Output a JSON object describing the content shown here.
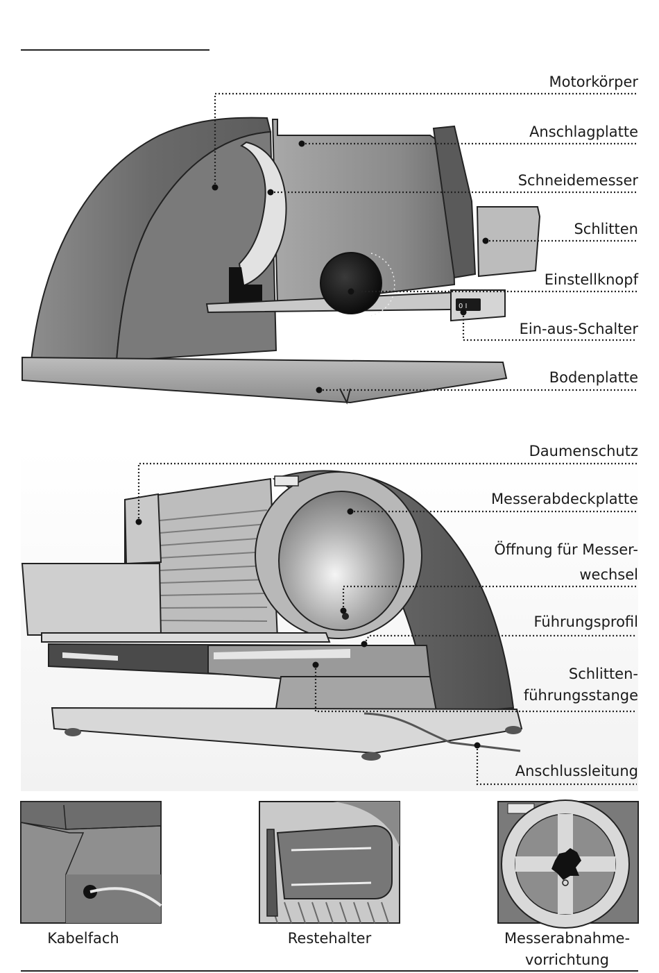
{
  "top_figure": {
    "labels": [
      {
        "id": "motorkoerper",
        "text": "Motorkörper"
      },
      {
        "id": "anschlagplatte",
        "text": "Anschlagplatte"
      },
      {
        "id": "schneidemesser",
        "text": "Schneidemesser"
      },
      {
        "id": "schlitten",
        "text": "Schlitten"
      },
      {
        "id": "einstellknopf",
        "text": "Einstellknopf"
      },
      {
        "id": "ein-aus-schalter",
        "text": "Ein-aus-Schalter"
      },
      {
        "id": "bodenplatte",
        "text": "Bodenplatte"
      }
    ]
  },
  "bottom_figure": {
    "labels": [
      {
        "id": "daumenschutz",
        "text": "Daumenschutz"
      },
      {
        "id": "messerabdeckplatte",
        "text": "Messerabdeckplatte"
      },
      {
        "id": "oeffnung-1",
        "text": "Öffnung für Messer-"
      },
      {
        "id": "oeffnung-2",
        "text": "wechsel"
      },
      {
        "id": "fuehrungsprofil",
        "text": "Führungsprofil"
      },
      {
        "id": "schlittenfuehrung-1",
        "text": "Schlitten-"
      },
      {
        "id": "schlittenfuehrung-2",
        "text": "führungsstange"
      },
      {
        "id": "anschlussleitung",
        "text": "Anschlussleitung"
      }
    ]
  },
  "detail_views": [
    {
      "id": "kabelfach",
      "caption": [
        "Kabelfach"
      ]
    },
    {
      "id": "restehalter",
      "caption": [
        "Restehalter"
      ]
    },
    {
      "id": "messerabnahme",
      "caption": [
        "Messerabnahme-",
        "vorrichtung"
      ]
    }
  ],
  "colors": {
    "ink": "#111111",
    "metal_dark": "#6b6b6b",
    "metal_mid": "#9a9a9a",
    "metal_light": "#cfcfcf"
  }
}
